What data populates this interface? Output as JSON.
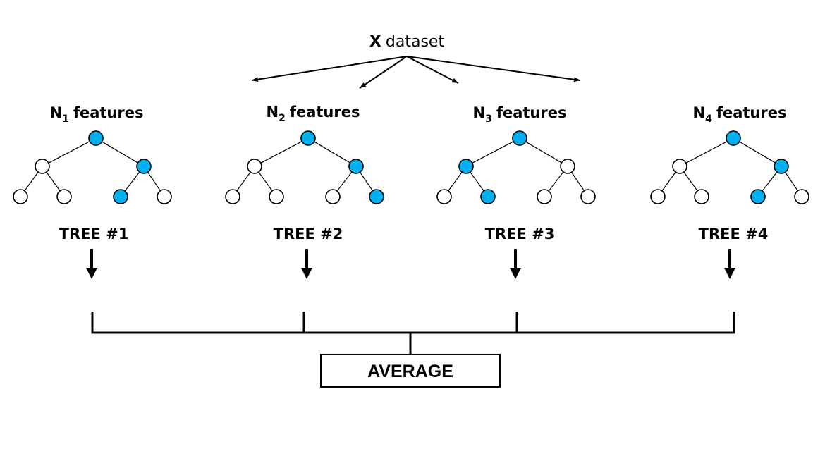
{
  "dataset": {
    "symbol": "X",
    "label": "dataset"
  },
  "colors": {
    "highlight": "#00B0F0",
    "plain": "#FFFFFF",
    "stroke": "#000000"
  },
  "trees": [
    {
      "feature_prefix": "N",
      "feature_sub": "1",
      "feature_word": "features",
      "label": "TREE #1",
      "highlighted": [
        "root",
        "R",
        "RL"
      ]
    },
    {
      "feature_prefix": "N",
      "feature_sub": "2",
      "feature_word": "features",
      "label": "TREE #2",
      "highlighted": [
        "root",
        "R",
        "RR"
      ]
    },
    {
      "feature_prefix": "N",
      "feature_sub": "3",
      "feature_word": "features",
      "label": "TREE #3",
      "highlighted": [
        "root",
        "L",
        "LR"
      ]
    },
    {
      "feature_prefix": "N",
      "feature_sub": "4",
      "feature_word": "features",
      "label": "TREE #4",
      "highlighted": [
        "root",
        "R",
        "RL"
      ]
    }
  ],
  "result": {
    "label": "AVERAGE"
  }
}
